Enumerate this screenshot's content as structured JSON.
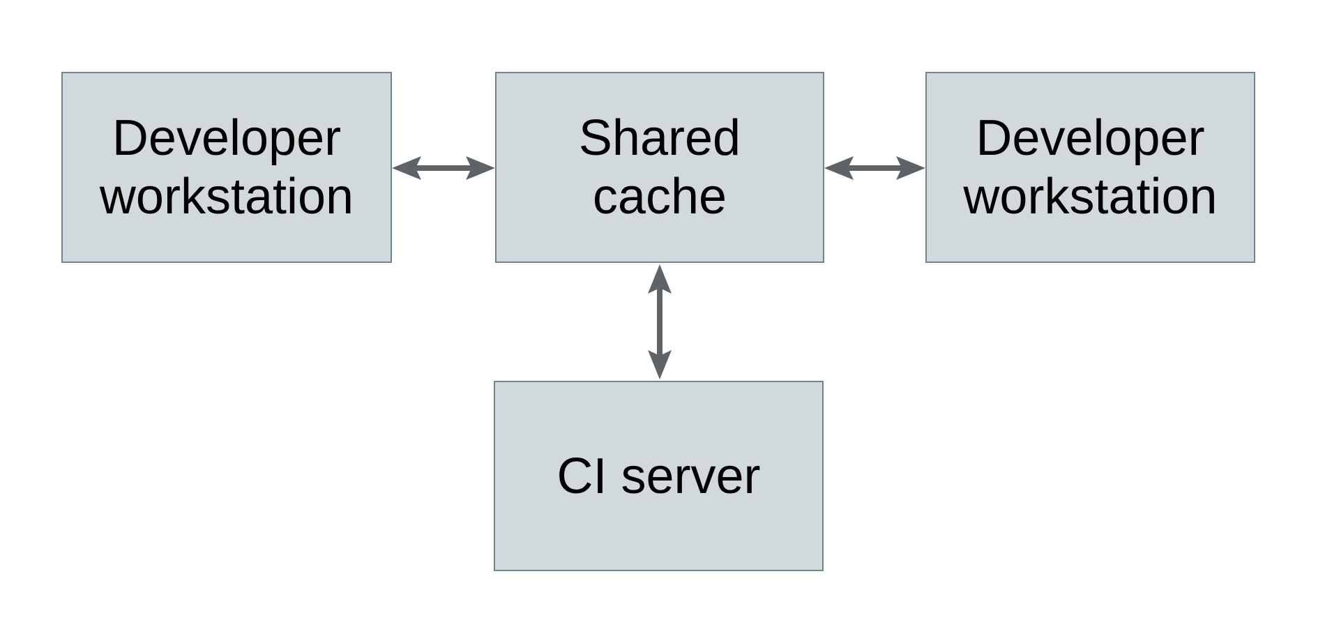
{
  "diagram": {
    "nodes": {
      "dev_left": {
        "id": "developer-workstation-left",
        "label": "Developer\nworkstation"
      },
      "cache": {
        "id": "shared-cache",
        "label": "Shared\ncache"
      },
      "dev_right": {
        "id": "developer-workstation-right",
        "label": "Developer\nworkstation"
      },
      "ci": {
        "id": "ci-server",
        "label": "CI server"
      }
    },
    "edges": [
      {
        "from": "developer-workstation-left",
        "to": "shared-cache",
        "direction": "bidirectional"
      },
      {
        "from": "shared-cache",
        "to": "developer-workstation-right",
        "direction": "bidirectional"
      },
      {
        "from": "shared-cache",
        "to": "ci-server",
        "direction": "bidirectional"
      }
    ],
    "colors": {
      "background": "#ffffff",
      "node_fill": "#d2d9dc",
      "node_border": "#6e858e",
      "arrow": "#5d6367",
      "text": "#000000"
    }
  }
}
